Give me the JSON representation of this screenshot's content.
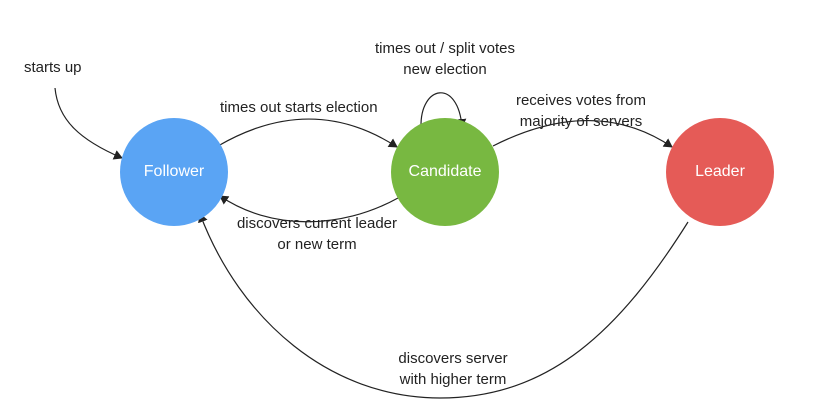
{
  "nodes": {
    "follower": {
      "label": "Follower",
      "color": "#5aa4f4"
    },
    "candidate": {
      "label": "Candidate",
      "color": "#78b841"
    },
    "leader": {
      "label": "Leader",
      "color": "#e55b57"
    }
  },
  "edges": {
    "starts_up": {
      "label": "starts up"
    },
    "times_out": {
      "label": "times out starts election"
    },
    "split_votes": {
      "line1": "times out / split votes",
      "line2": "new election"
    },
    "receives_votes": {
      "line1": "receives votes from",
      "line2": "majority of servers"
    },
    "discovers_leader": {
      "line1": "discovers current leader",
      "line2": "or new term"
    },
    "discovers_server": {
      "line1": "discovers server",
      "line2": "with higher term"
    }
  },
  "colors": {
    "edge": "#222222",
    "text": "#222222"
  }
}
